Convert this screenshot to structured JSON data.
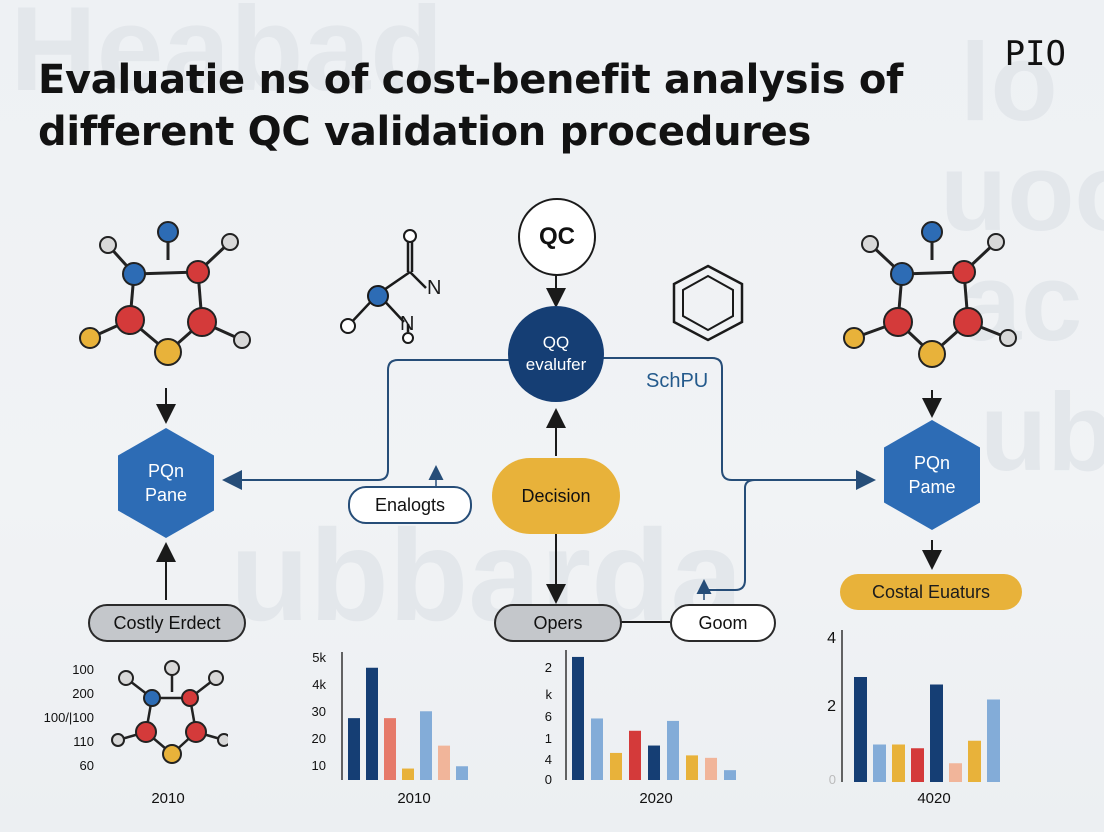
{
  "title_line1": "Evaluatie ns of cost-benefit analysis of",
  "title_line2": "different QC validation procedures",
  "logo": "PIO",
  "nodes": {
    "qc": "QC",
    "evaluator": "QQ\nevalufer",
    "schpu": "SchPU",
    "decision": "Decision",
    "enalogts": "Enalogts",
    "left_hex": "PQn\nPane",
    "right_hex": "PQn\nPame",
    "costly": "Costly Erdect",
    "opers": "Opers",
    "goom": "Goom",
    "costal": "Costal Euaturs",
    "n_label": "N",
    "n_label2": "N"
  },
  "colors": {
    "navy": "#153e74",
    "blue": "#2d6cb5",
    "yellow": "#e8b23a",
    "red": "#d43a3a",
    "light_blue": "#83acd8",
    "salmon": "#e67a6a",
    "peach": "#f1b59a"
  },
  "chart_data": [
    {
      "type": "other",
      "xlabel": "2010",
      "y_ticks": [
        "100",
        "200",
        "100/|100",
        "110",
        "60"
      ]
    },
    {
      "type": "bar",
      "xlabel": "2010",
      "y_ticks": [
        "5k",
        "4k",
        "30",
        "20",
        "10"
      ],
      "values": [
        27,
        49,
        27,
        5,
        30,
        15,
        6
      ],
      "colors": [
        "#153e74",
        "#153e74",
        "#e67a6a",
        "#e8b23a",
        "#83acd8",
        "#f1b59a",
        "#83acd8"
      ],
      "ylim": [
        0,
        55
      ]
    },
    {
      "type": "bar",
      "xlabel": "2020",
      "y_ticks": [
        "2",
        "k",
        "6",
        "1",
        "4",
        "0"
      ],
      "values": [
        50,
        25,
        11,
        20,
        14,
        24,
        10,
        9,
        4
      ],
      "colors": [
        "#153e74",
        "#83acd8",
        "#e8b23a",
        "#d43a3a",
        "#153e74",
        "#83acd8",
        "#e8b23a",
        "#f1b59a",
        "#83acd8"
      ],
      "ylim": [
        0,
        52
      ]
    },
    {
      "type": "bar",
      "xlabel": "4020",
      "y_ticks": [
        "4",
        "2",
        "0"
      ],
      "values": [
        2.8,
        1.0,
        1.0,
        0.9,
        2.6,
        0.5,
        1.1,
        2.2
      ],
      "colors": [
        "#153e74",
        "#83acd8",
        "#e8b23a",
        "#d43a3a",
        "#153e74",
        "#f1b59a",
        "#e8b23a",
        "#83acd8"
      ],
      "ylim": [
        0,
        4
      ]
    }
  ]
}
